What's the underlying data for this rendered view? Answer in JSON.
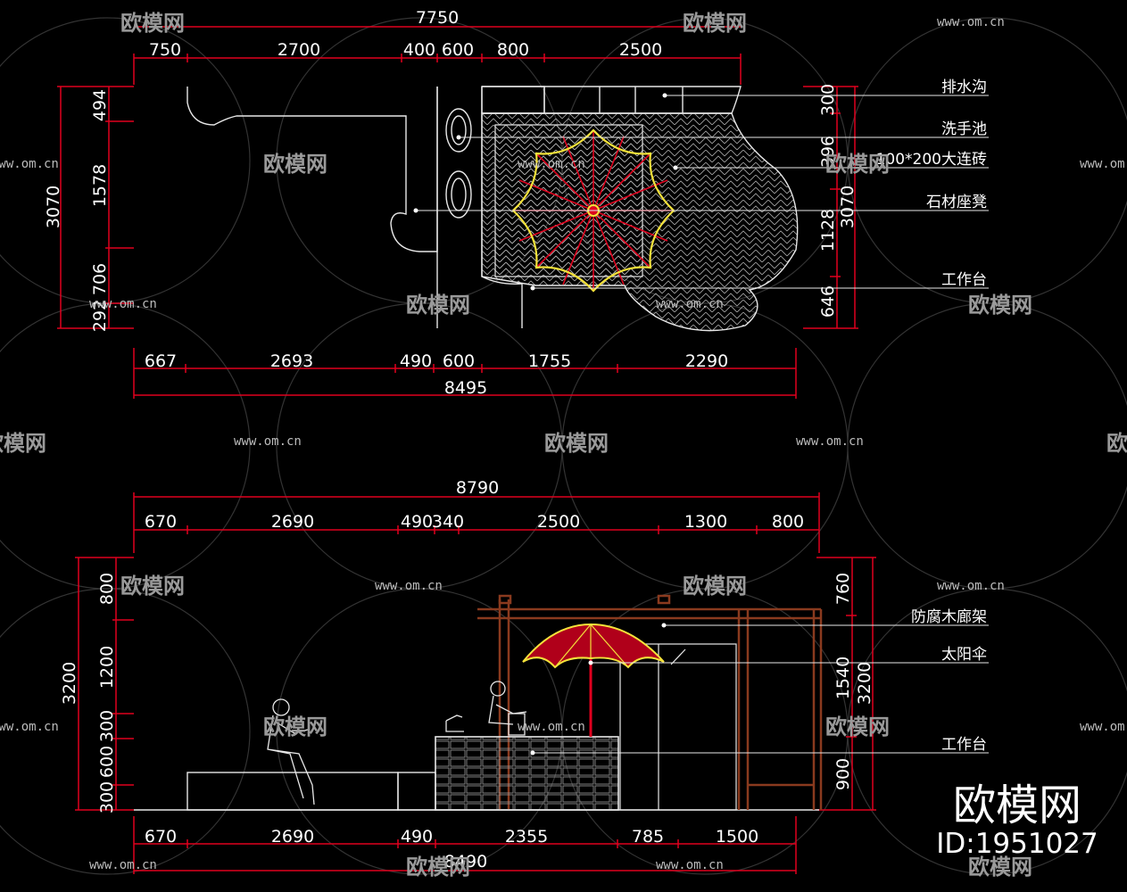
{
  "plan": {
    "top_total": "7750",
    "top_dims": [
      "750",
      "2700",
      "400",
      "600",
      "800",
      "2500"
    ],
    "bottom_dims": [
      "667",
      "2693",
      "490",
      "600",
      "1755",
      "2290"
    ],
    "bottom_total": "8495",
    "left_total": "3070",
    "left_dims": [
      "494",
      "1578",
      "706",
      "292"
    ],
    "right_total": "3070",
    "right_dims": [
      "300",
      "396",
      "1128",
      "646"
    ],
    "callouts": [
      "排水沟",
      "洗手池",
      "100*200大连砖",
      "石材座凳",
      "工作台"
    ]
  },
  "elevation": {
    "top_total": "8790",
    "top_dims": [
      "670",
      "2690",
      "490",
      "340",
      "2500",
      "1300",
      "800"
    ],
    "bottom_dims": [
      "670",
      "2690",
      "490",
      "2355",
      "785",
      "1500"
    ],
    "bottom_total": "8490",
    "left_total": "3200",
    "left_dims": [
      "800",
      "1200",
      "300",
      "600",
      "300"
    ],
    "right_total": "3200",
    "right_dims": [
      "760",
      "1540",
      "900"
    ],
    "callouts": [
      "防腐木廊架",
      "太阳伞",
      "工作台"
    ]
  },
  "watermark": {
    "site": "www.om.cn",
    "brand": "欧模网"
  },
  "brand": {
    "name": "欧模网",
    "id": "ID:1951027"
  },
  "colors": {
    "dimension_line": "#e0001e",
    "drawing_line": "#e8e8e8",
    "umbrella_outline": "#f4e23a",
    "umbrella_ribs": "#e0001e",
    "timber": "#8a3a1e",
    "background": "#000000"
  }
}
